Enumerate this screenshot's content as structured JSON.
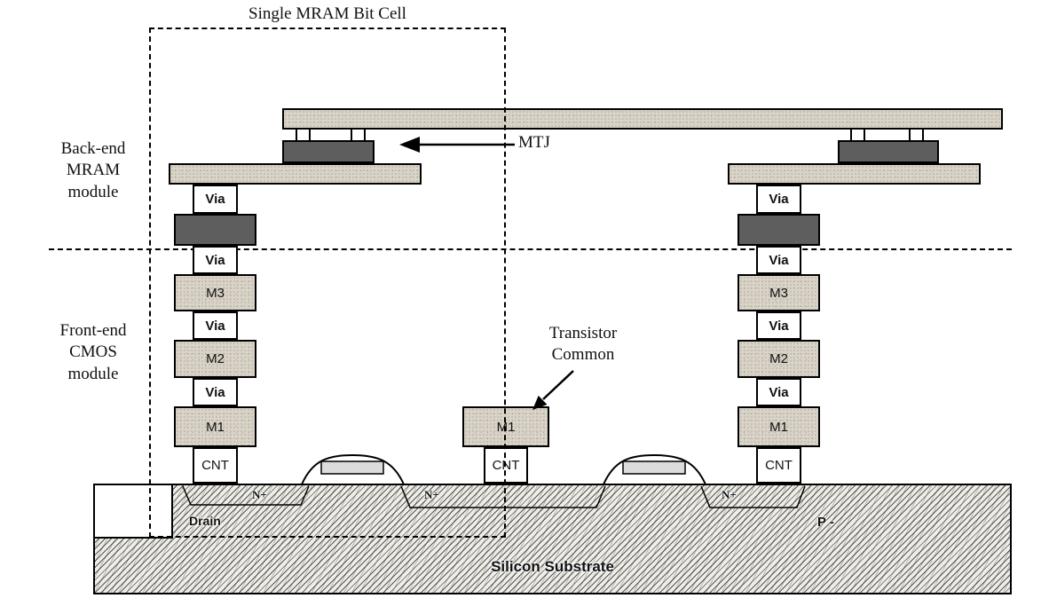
{
  "title": "Single MRAM Bit Cell",
  "modules": {
    "back_end": "Back-end\nMRAM\nmodule",
    "front_end": "Front-end\nCMOS\nmodule"
  },
  "layers": {
    "via": "Via",
    "m3": "M3",
    "m2": "M2",
    "m1": "M1",
    "cnt": "CNT"
  },
  "annotations": {
    "mtj": "MTJ",
    "transistor_common": "Transistor\nCommon",
    "drain": "Drain",
    "n_plus": "N+",
    "p_minus": "P -",
    "silicon_substrate": "Silicon Substrate"
  },
  "colors": {
    "metal_fill": "#d9d4c7",
    "dark_fill": "#5e5e5e",
    "outline": "#000000",
    "background": "#ffffff"
  }
}
